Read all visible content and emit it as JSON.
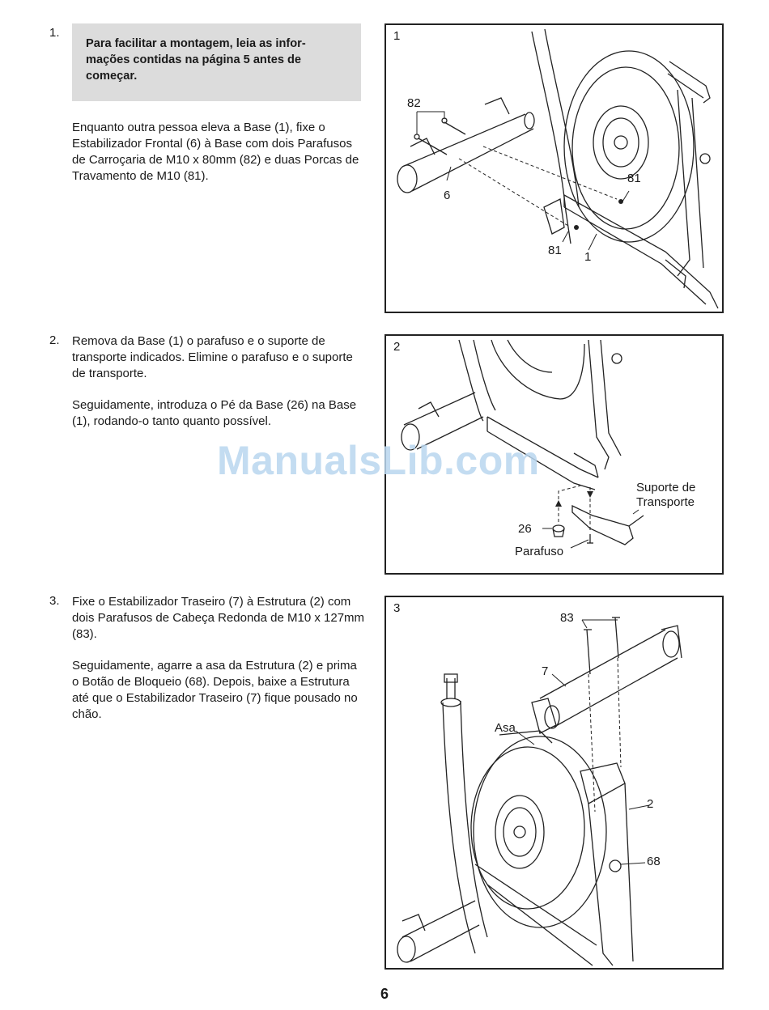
{
  "steps": [
    {
      "number": "1.",
      "note": "Para facilitar a montagem, leia as infor- mações contidas na página 5 antes de começar.",
      "text": "Enquanto outra pessoa eleva a Base (1), fixe o Estabilizador Frontal (6) à Base com dois Parafusos de Carroçaria de M10 x 80mm (82) e duas Porcas de Travamento de M10 (81).",
      "figure": {
        "number": "1",
        "labels": [
          "82",
          "81",
          "6",
          "81",
          "1"
        ]
      }
    },
    {
      "number": "2.",
      "text1": "Remova da Base (1) o parafuso e o suporte de transporte indicados. Elimine o parafuso e o suporte de transporte.",
      "text2": "Seguidamente, introduza o Pé da Base (26) na Base (1), rodando-o tanto quanto possível.",
      "figure": {
        "number": "2",
        "labels": [
          "Suporte de",
          "Transporte",
          "26",
          "Parafuso"
        ]
      }
    },
    {
      "number": "3.",
      "text1": "Fixe o Estabilizador Traseiro (7) à Estrutura (2) com dois Parafusos de Cabeça Redonda de M10 x 127mm (83).",
      "text2": "Seguidamente, agarre a asa da Estrutura (2) e prima o Botão de Bloqueio (68). Depois, baixe a Estrutura até que o Estabilizador Traseiro (7) fique pousado no chão.",
      "figure": {
        "number": "3",
        "labels": [
          "83",
          "7",
          "Asa",
          "2",
          "68"
        ]
      }
    }
  ],
  "watermark": "ManualsLib.com",
  "page_number": "6"
}
